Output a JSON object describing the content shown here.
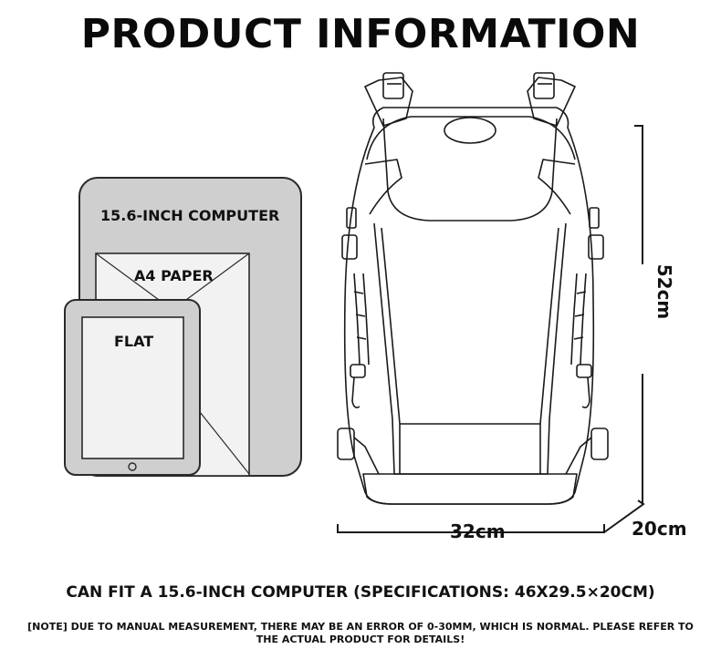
{
  "title": "PRODUCT INFORMATION",
  "labels": {
    "computer": "15.6-INCH COMPUTER",
    "paper": "A4 PAPER",
    "flat": "FLAT"
  },
  "dimensions": {
    "width": "32cm",
    "height": "52cm",
    "depth": "20cm"
  },
  "fit_text": "CAN FIT A 15.6-INCH COMPUTER (SPECIFICATIONS: 46X29.5×20CM)",
  "note": "[NOTE] DUE TO MANUAL MEASUREMENT, THERE MAY BE AN ERROR OF 0-30MM, WHICH IS NORMAL. PLEASE REFER TO THE ACTUAL PRODUCT FOR DETAILS!",
  "colors": {
    "computer_fill": "#cfcfcf",
    "paper_fill": "#f2f2f2",
    "tablet_fill": "#cfcfcf",
    "stroke": "#2a2a2a"
  }
}
